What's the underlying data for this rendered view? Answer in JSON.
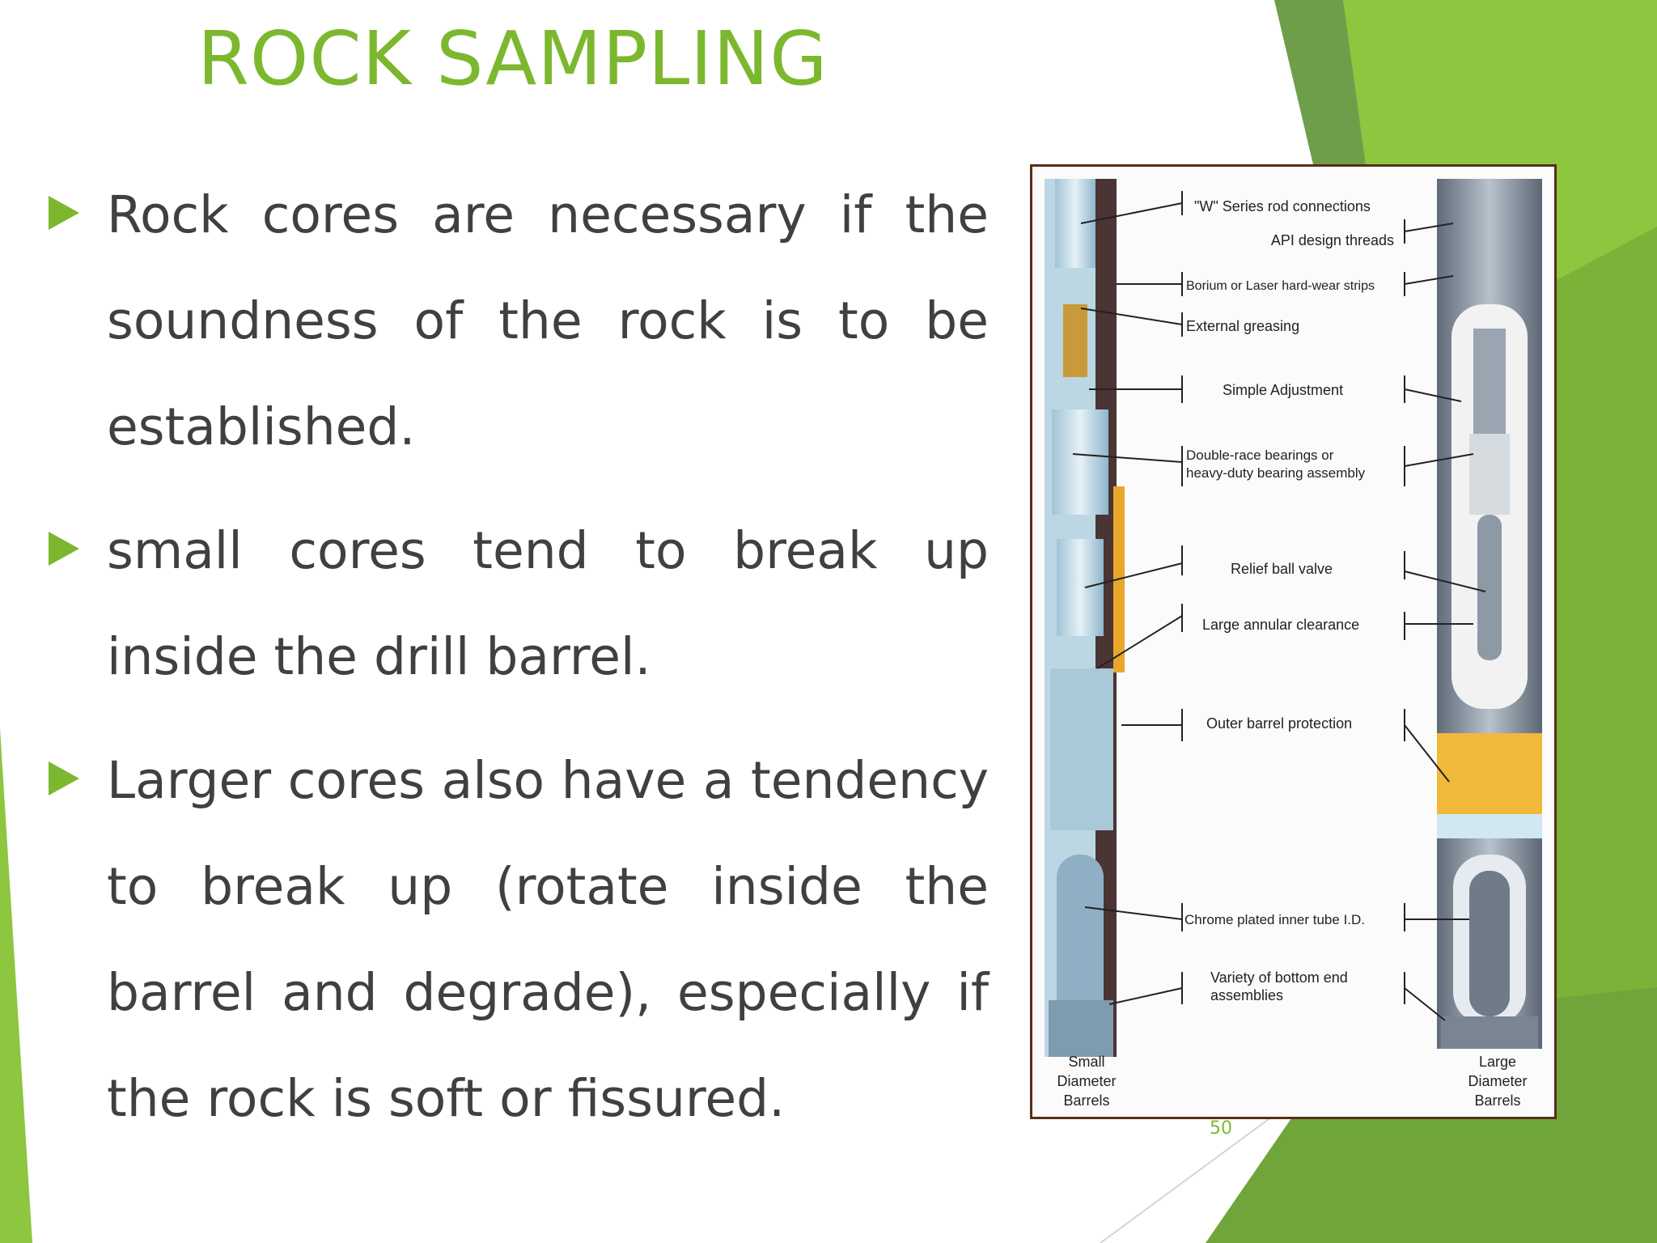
{
  "slide": {
    "title": "ROCK SAMPLING",
    "page_number": "50",
    "accent_color": "#7cb82f",
    "bullets": [
      {
        "text": "Rock cores are necessary if the soundness of the rock is to be established."
      },
      {
        "text": "small cores tend to break up inside the drill barrel."
      },
      {
        "text": "Larger cores also have a tendency to break up (rotate inside the barrel and degrade), especially if the rock is soft or fissured."
      }
    ]
  },
  "diagram": {
    "labels": [
      "\"W\" Series rod connections",
      "API design threads",
      "Borium or Laser hard-wear strips",
      "External greasing",
      "Simple Adjustment",
      "Double-race bearings or",
      "heavy-duty bearing assembly",
      "Relief ball valve",
      "Large annular clearance",
      "Outer barrel protection",
      "Chrome plated inner tube I.D.",
      "Variety of bottom end",
      "assemblies"
    ],
    "left_caption": [
      "Small",
      "Diameter",
      "Barrels"
    ],
    "right_caption": [
      "Large",
      "Diameter",
      "Barrels"
    ]
  }
}
